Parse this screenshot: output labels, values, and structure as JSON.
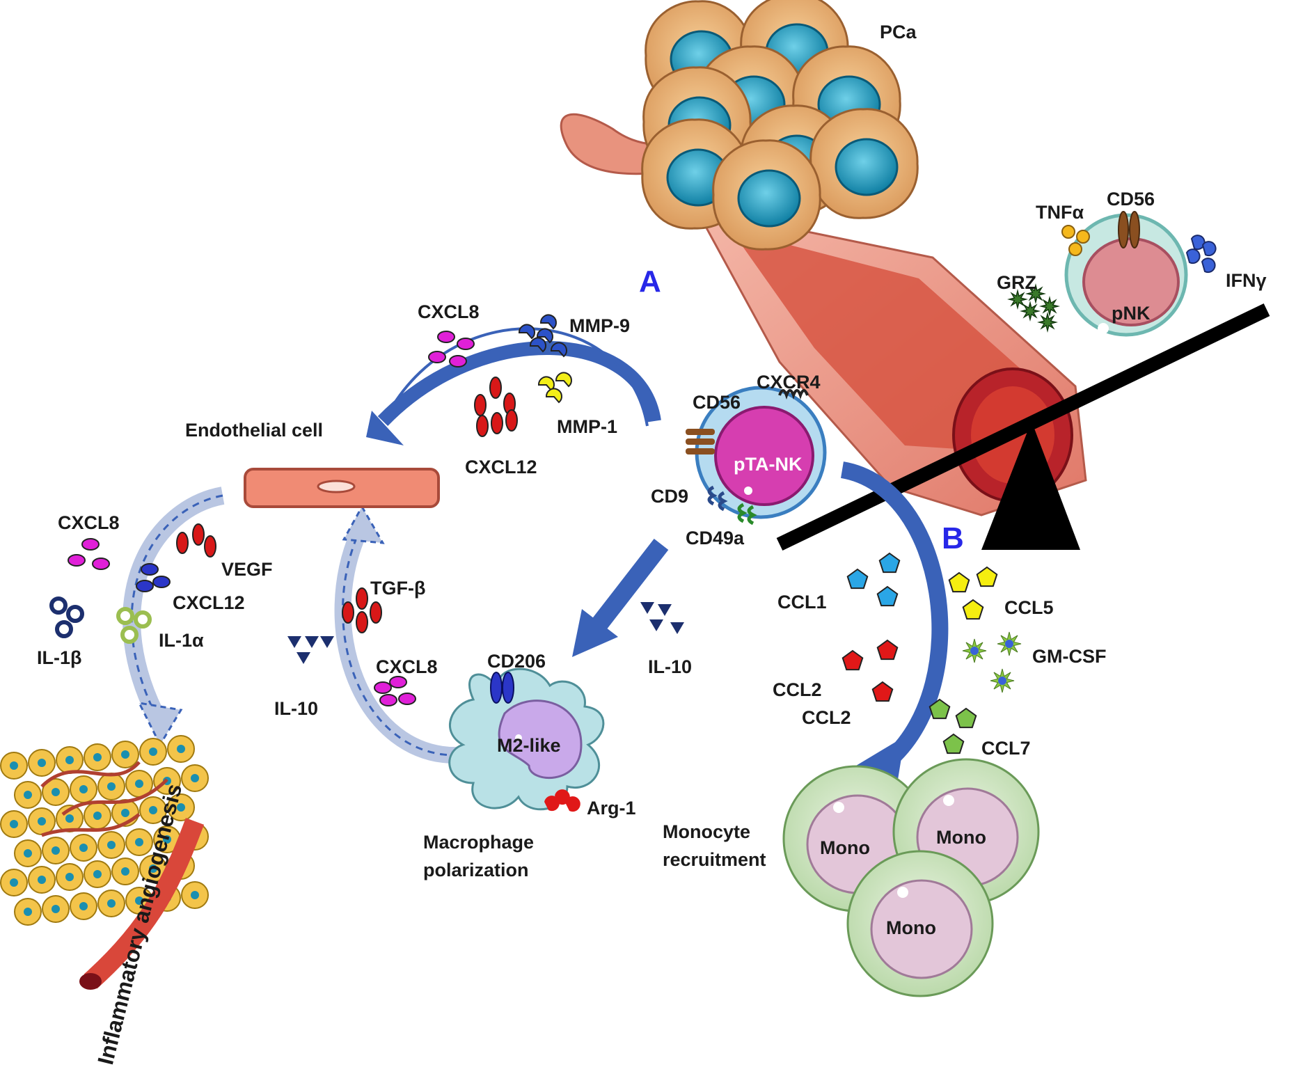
{
  "panels": {
    "a": "A",
    "b": "B"
  },
  "cells": {
    "pca": "PCa",
    "pnk": "pNK",
    "pta_nk": "pTA-NK",
    "m2": "M2-like",
    "mono": [
      "Mono",
      "Mono",
      "Mono"
    ],
    "endothelial": "Endothelial cell"
  },
  "markers": {
    "tnfa": "TNFα",
    "cd56_top": "CD56",
    "grz": "GRZ",
    "ifng": "IFNγ",
    "cxcr4": "CXCR4",
    "cd56": "CD56",
    "cd9": "CD9",
    "cd49a": "CD49a",
    "cd206": "CD206",
    "arg1": "Arg-1"
  },
  "factors": {
    "cxcl8_top": "CXCL8",
    "mmp9": "MMP-9",
    "mmp1": "MMP-1",
    "cxcl12_top": "CXCL12",
    "cxcl8_left": "CXCL8",
    "vegf": "VEGF",
    "cxcl12_left": "CXCL12",
    "il1a": "IL-1α",
    "il1b": "IL-1β",
    "tgfb": "TGF-β",
    "il10_left": "IL-10",
    "cxcl8_mid": "CXCL8",
    "il10_right": "IL-10",
    "ccl1": "CCL1",
    "ccl5": "CCL5",
    "gmcsf": "GM-CSF",
    "ccl2a": "CCL2",
    "ccl2b": "CCL2",
    "ccl7": "CCL7"
  },
  "processes": {
    "macrophage_line1": "Macrophage",
    "macrophage_line2": "polarization",
    "monocyte_line1": "Monocyte",
    "monocyte_line2": "recruitment",
    "angiogenesis": "Inflammatory angiogenesis"
  },
  "colors": {
    "panel_letter": "#2727e8",
    "arrow_blue": "#3a62b8",
    "arrow_light": "#b9c6e2",
    "cxcl8": "#e020d8",
    "cxcl12": "#d81818",
    "mmp9": "#2c52c8",
    "mmp1": "#f2ee18",
    "il10": "#1c2f6e",
    "vessel": "#e9735e",
    "tumor_cell": "#e9b67a",
    "nucleus": "#1a8fb0",
    "mono_cell": "#cfe3c4",
    "mono_nucleus": "#e3c6d9",
    "macrophage": "#b9e1e6",
    "macro_nucleus": "#c9a9ea",
    "pta_nk_nucleus": "#d63eb0",
    "pnk_nucleus": "#dd8c92",
    "ccl1": "#2aa6e6",
    "ccl2": "#e01818",
    "ccl5": "#f5ee10",
    "ccl7": "#7cc24a",
    "gmcsf": "#8ac840"
  }
}
